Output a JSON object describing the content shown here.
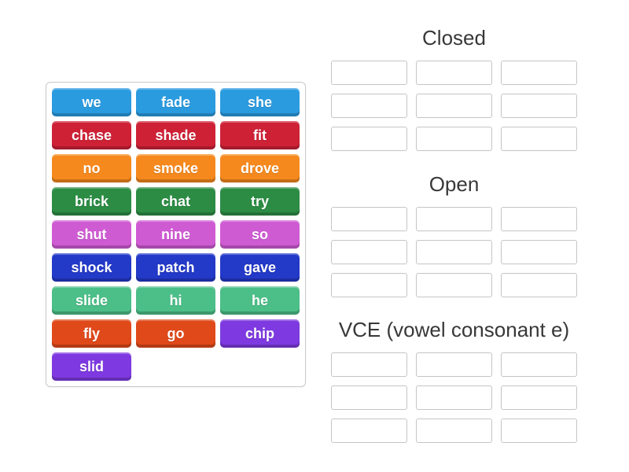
{
  "palette": {
    "blue": "#2B9BE0",
    "red": "#CE2136",
    "orange": "#F6891E",
    "green": "#2C8C44",
    "orchid": "#CF5BD3",
    "royal_blue": "#2339C8",
    "sea_green": "#4CBE88",
    "orange_red": "#E0491A",
    "purple": "#7E3AE0",
    "header_text": "#383838",
    "slot_border": "#c5c5c5",
    "panel_border": "#c9c9c9"
  },
  "tile_pool": {
    "tiles": [
      {
        "label": "we",
        "color": "blue"
      },
      {
        "label": "fade",
        "color": "blue"
      },
      {
        "label": "she",
        "color": "blue"
      },
      {
        "label": "chase",
        "color": "red"
      },
      {
        "label": "shade",
        "color": "red"
      },
      {
        "label": "fit",
        "color": "red"
      },
      {
        "label": "no",
        "color": "orange"
      },
      {
        "label": "smoke",
        "color": "orange"
      },
      {
        "label": "drove",
        "color": "orange"
      },
      {
        "label": "brick",
        "color": "green"
      },
      {
        "label": "chat",
        "color": "green"
      },
      {
        "label": "try",
        "color": "green"
      },
      {
        "label": "shut",
        "color": "orchid"
      },
      {
        "label": "nine",
        "color": "orchid"
      },
      {
        "label": "so",
        "color": "orchid"
      },
      {
        "label": "shock",
        "color": "royal_blue"
      },
      {
        "label": "patch",
        "color": "royal_blue"
      },
      {
        "label": "gave",
        "color": "royal_blue"
      },
      {
        "label": "slide",
        "color": "sea_green"
      },
      {
        "label": "hi",
        "color": "sea_green"
      },
      {
        "label": "he",
        "color": "sea_green"
      },
      {
        "label": "fly",
        "color": "orange_red"
      },
      {
        "label": "go",
        "color": "orange_red"
      },
      {
        "label": "chip",
        "color": "purple"
      },
      {
        "label": "slid",
        "color": "purple"
      }
    ]
  },
  "groups": [
    {
      "title": "Closed",
      "slot_count": 9
    },
    {
      "title": "Open",
      "slot_count": 9
    },
    {
      "title": "VCE (vowel consonant e)",
      "slot_count": 9
    }
  ]
}
